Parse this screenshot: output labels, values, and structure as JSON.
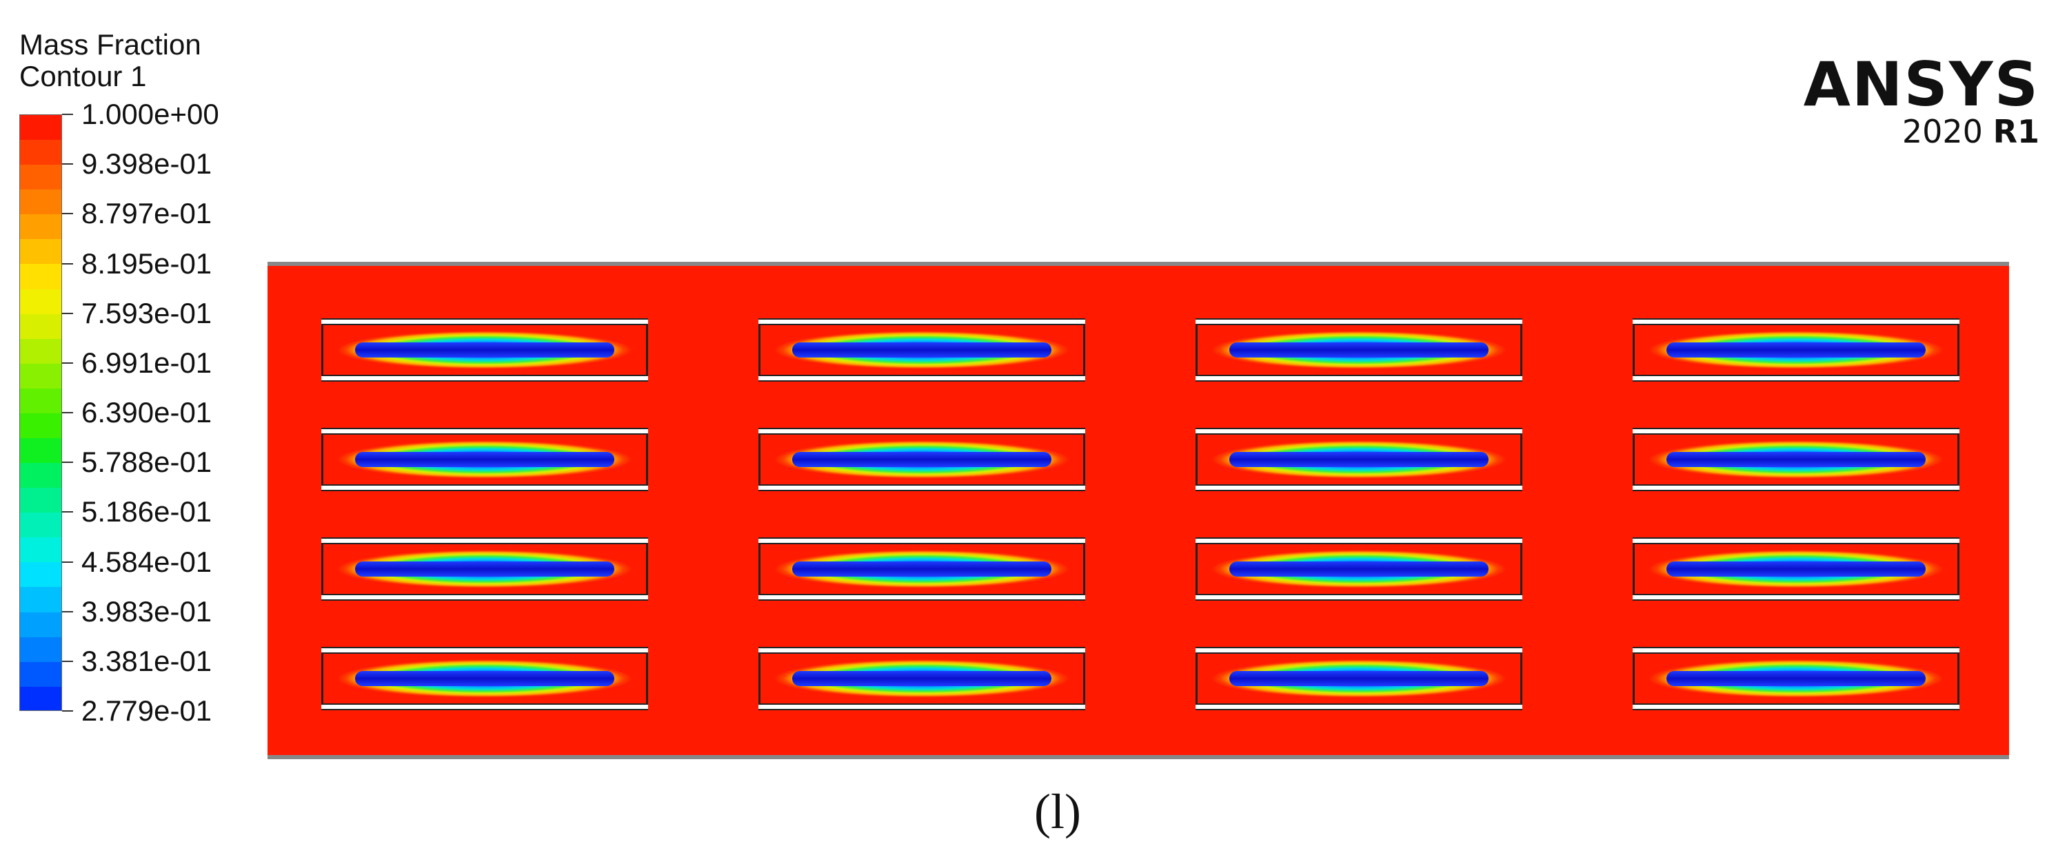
{
  "legend": {
    "title_line1": "Mass Fraction",
    "title_line2": "Contour 1",
    "labels": [
      "1.000e+00",
      "9.398e-01",
      "8.797e-01",
      "8.195e-01",
      "7.593e-01",
      "6.991e-01",
      "6.390e-01",
      "5.788e-01",
      "5.186e-01",
      "4.584e-01",
      "3.983e-01",
      "3.381e-01",
      "2.779e-01"
    ],
    "colors": [
      "#ff1a00",
      "#ff3d00",
      "#ff6000",
      "#ff8000",
      "#ffa000",
      "#ffc000",
      "#ffe000",
      "#f0f000",
      "#d8f000",
      "#b0f000",
      "#88f000",
      "#60f000",
      "#38f000",
      "#10f020",
      "#00f060",
      "#00f090",
      "#00f0b8",
      "#00f0e0",
      "#00e0ff",
      "#00c0ff",
      "#00a0ff",
      "#0080ff",
      "#0058ff",
      "#0030ff"
    ]
  },
  "logo": {
    "name": "ANSYS",
    "version_year": "2020",
    "version_release": "R1"
  },
  "grid": {
    "rows": 4,
    "cols": 4
  },
  "caption": "(l)"
}
